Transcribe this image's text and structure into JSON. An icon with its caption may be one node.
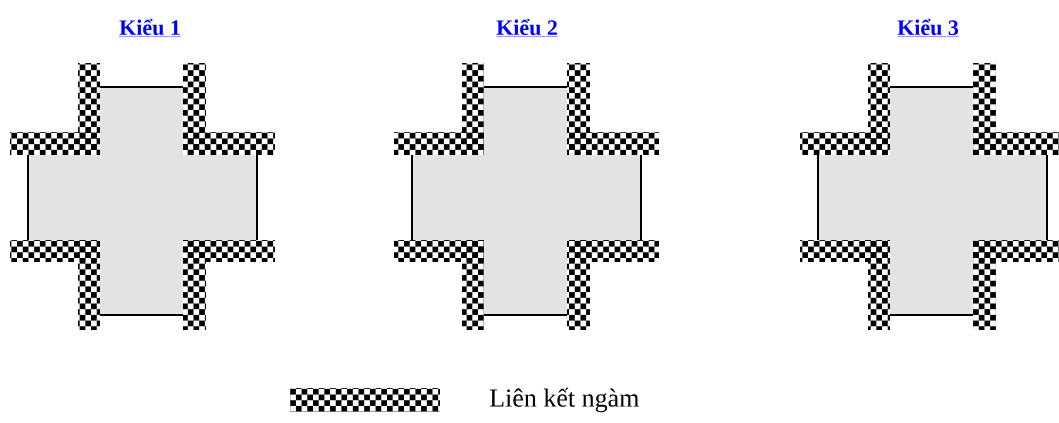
{
  "diagram": {
    "nodes": [
      {
        "text": [
          "Kiểu 1"
        ]
      },
      {
        "text": [
          "Kiểu 2"
        ]
      },
      {
        "text": [
          "Kiểu 3"
        ]
      }
    ],
    "legend": [
      {
        "text": "Liên kết ngàm"
      }
    ]
  }
}
